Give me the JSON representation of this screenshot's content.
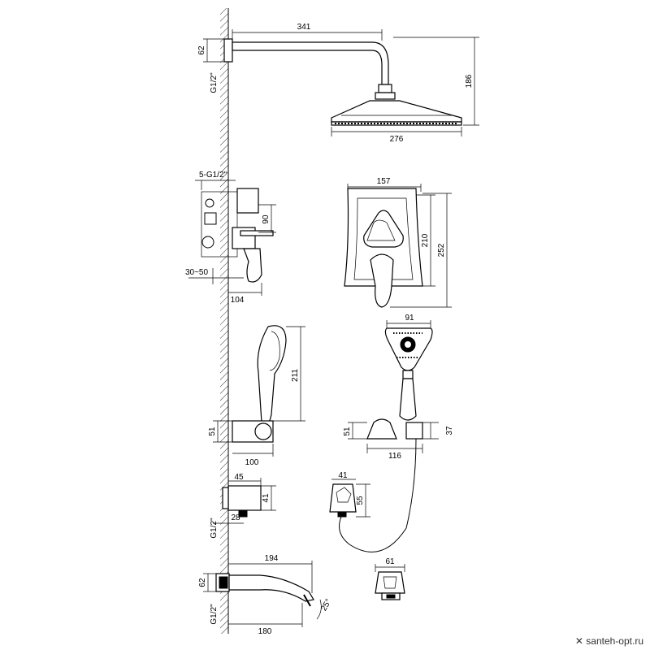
{
  "dimensions": {
    "arm_length": "341",
    "arm_depth": "62",
    "arm_thread": "G1/2\"",
    "head_height": "186",
    "head_width": "276",
    "mixer_inlets": "5-G1/2\"",
    "mixer_spacing": "90",
    "mixer_depth_range": "30~50",
    "mixer_projection": "104",
    "plate_width": "157",
    "plate_inner_height": "210",
    "plate_height": "252",
    "hand_width": "91",
    "hand_length": "211",
    "holder_height": "51",
    "holder_depth": "100",
    "holder_height_front": "51",
    "holder_width": "116",
    "holder_offset": "37",
    "elbow_depth": "45",
    "elbow_height": "41",
    "elbow_thread": "G1/2\"",
    "elbow_offset": "28",
    "elbow_front_width": "41",
    "elbow_front_height": "55",
    "spout_length": "194",
    "spout_height": "62",
    "spout_thread": "G1/2\"",
    "spout_base": "180",
    "spout_angle": "25°",
    "spout_front_width": "61"
  },
  "watermark": "santeh-opt.ru"
}
